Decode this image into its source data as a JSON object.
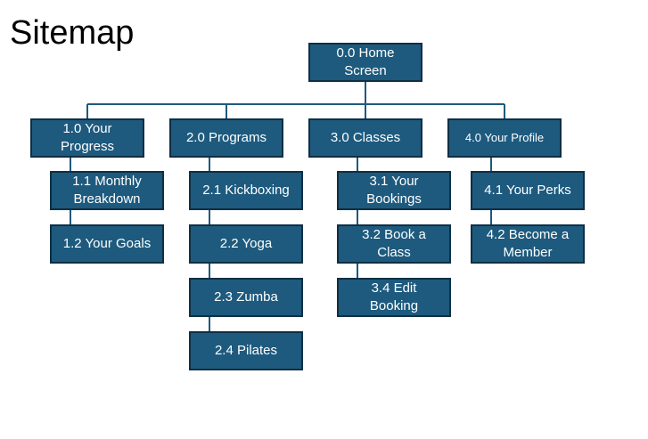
{
  "title": "Sitemap",
  "colors": {
    "node_fill": "#1d5a7e",
    "node_border": "#0f2f44",
    "connector": "#1d5a7e"
  },
  "root": {
    "label": "0.0 Home\nScreen"
  },
  "sections": [
    {
      "label": "1.0 Your\nProgress",
      "children": [
        "1.1 Monthly\nBreakdown",
        "1.2 Your Goals"
      ]
    },
    {
      "label": "2.0 Programs",
      "children": [
        "2.1 Kickboxing",
        "2.2 Yoga",
        "2.3 Zumba",
        "2.4 Pilates"
      ]
    },
    {
      "label": "3.0 Classes",
      "children": [
        "3.1 Your\nBookings",
        "3.2  Book a\nClass",
        "3.4 Edit\nBooking"
      ]
    },
    {
      "label": "4.0 Your Profile",
      "children": [
        "4.1 Your Perks",
        "4.2 Become a\nMember"
      ]
    }
  ]
}
